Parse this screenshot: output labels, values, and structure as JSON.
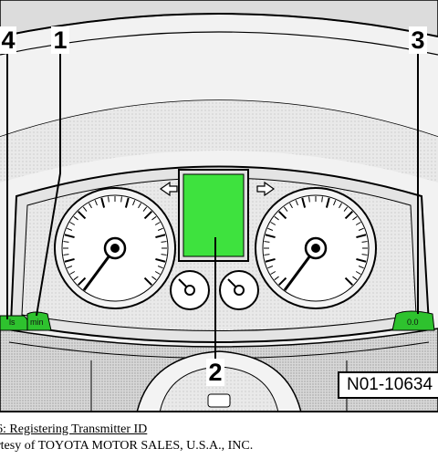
{
  "figure": {
    "callouts": {
      "one": "1",
      "two": "2",
      "three": "3",
      "four": "4"
    },
    "reference_code": "N01-10634",
    "left_button_labels": [
      "ls",
      "min"
    ],
    "right_button_label": "0.0",
    "colors": {
      "display": "#3ee23e",
      "buttons": "#2ec22e",
      "dashboard": "#e6e6e6",
      "outline": "#000000"
    },
    "icons": [
      "left-arrow-icon",
      "right-arrow-icon",
      "speedometer-icon",
      "tachometer-icon",
      "fuel-gauge-icon",
      "temperature-gauge-icon"
    ]
  },
  "caption": {
    "title": "6: Registering Transmitter ID",
    "credit": "rtesy of TOYOTA MOTOR SALES, U.S.A., INC."
  }
}
